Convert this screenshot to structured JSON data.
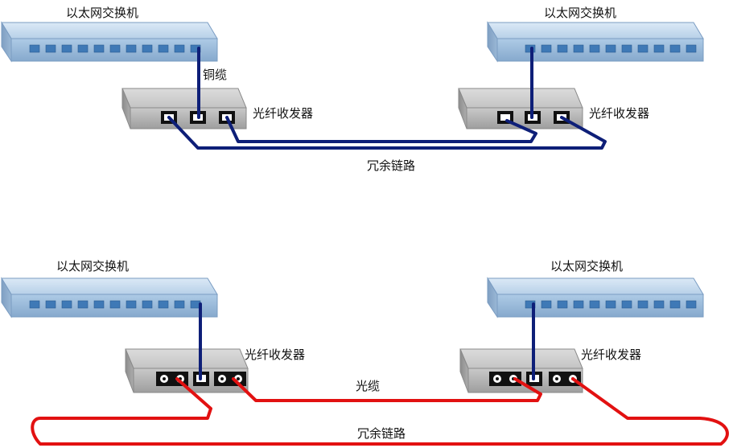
{
  "labels": {
    "switch": "以太网交换机",
    "transceiver": "光纤收发器",
    "copper_cable": "铜缆",
    "fiber_cable": "光缆",
    "redundant_link": "冗余链路"
  },
  "colors": {
    "copper_link": "#0e1f78",
    "fiber_link": "#e21111",
    "switch_body": "#a9c6e3",
    "transceiver_body": "#b8b8b8"
  }
}
